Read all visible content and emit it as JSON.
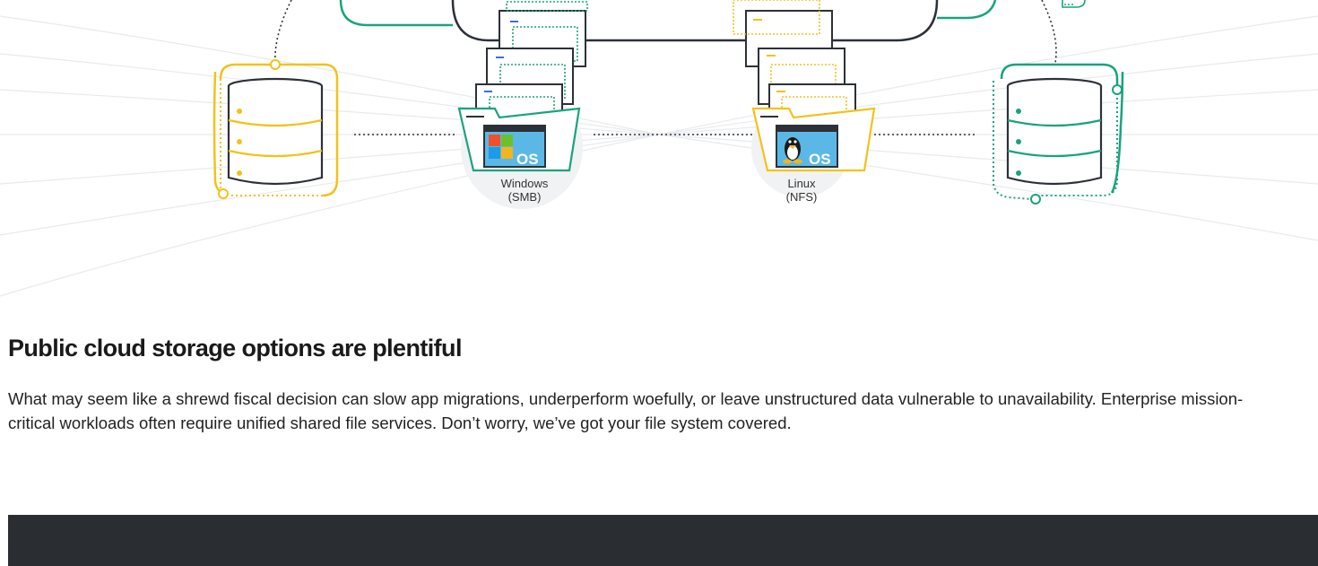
{
  "diagram": {
    "windows_label": {
      "line1": "Windows",
      "line2": "(SMB)"
    },
    "linux_label": {
      "line1": "Linux",
      "line2": "(NFS)"
    },
    "os_badge_text": "OS",
    "colors": {
      "windows": "#19a37e",
      "linux": "#f2c21b",
      "storage_left": "#f2c21b",
      "storage_right": "#19a37e",
      "dark_stroke": "#2c3038",
      "screen": "#5bb8e6",
      "background_lines": "#e7e9ed"
    },
    "icons": [
      "database-icon",
      "folder-icon",
      "windows-logo-icon",
      "tux-icon",
      "cloud-icon"
    ]
  },
  "content": {
    "title": "Public cloud storage options are plentiful",
    "body": "What may seem like a shrewd fiscal decision can slow app migrations, underperform woefully, or leave unstructured data vulnerable to unavailability. Enterprise mission-critical workloads often require unified shared file services. Don’t worry, we’ve got your file system covered."
  }
}
